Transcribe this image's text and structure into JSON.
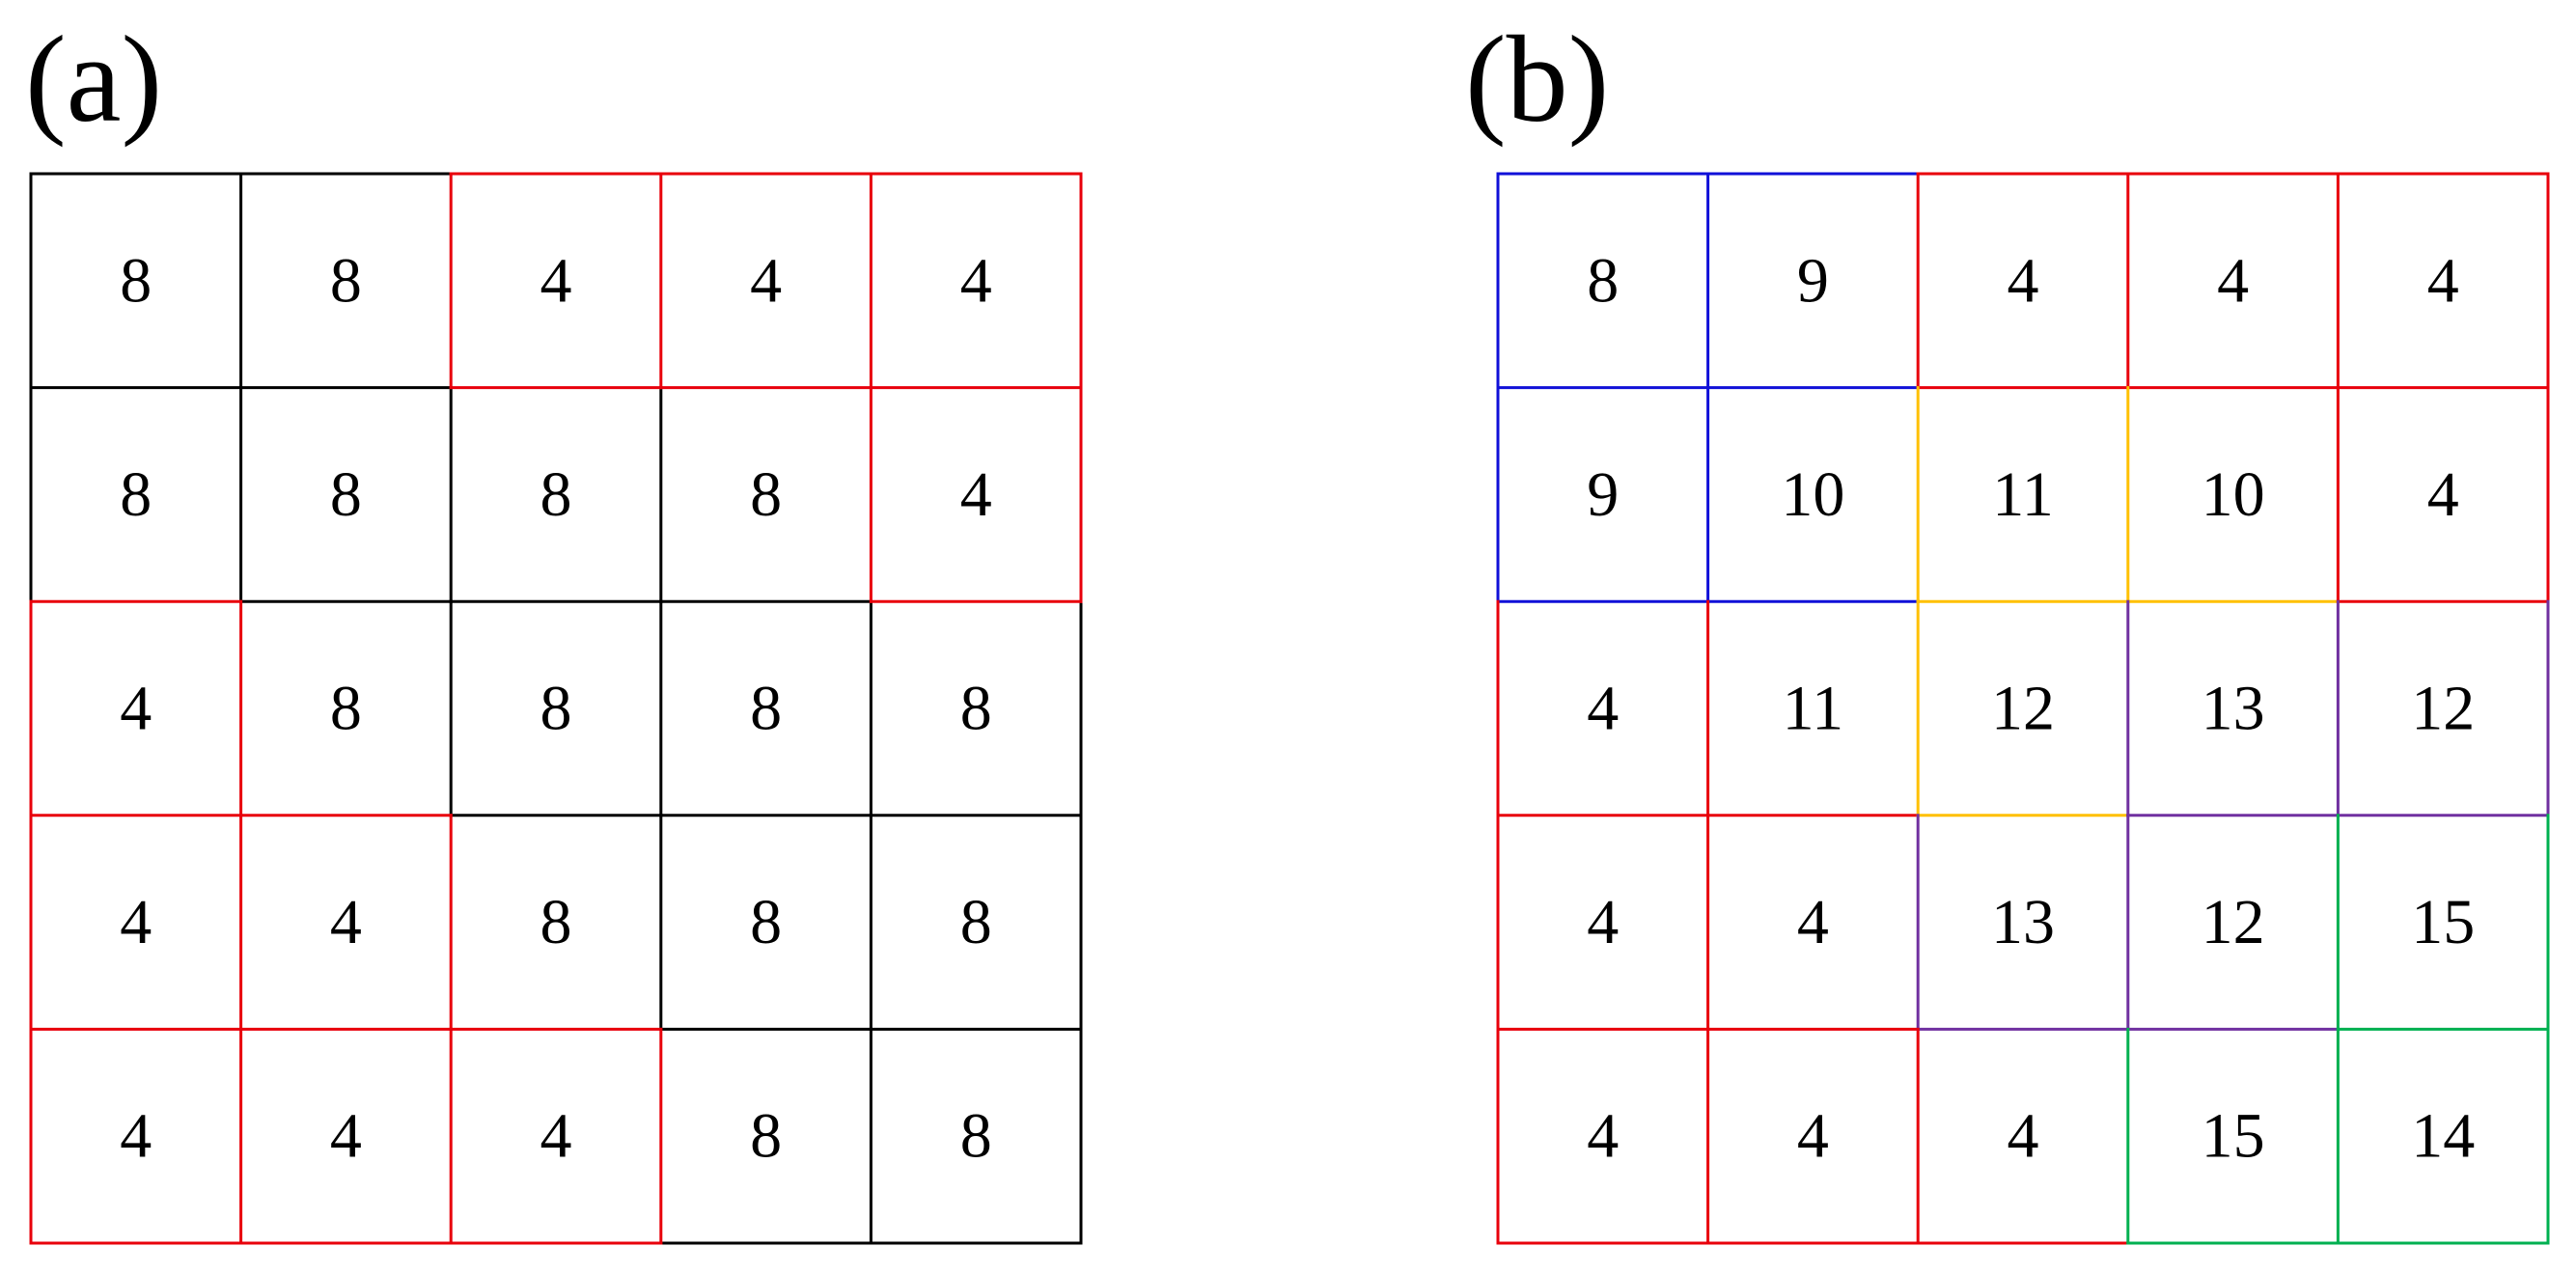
{
  "colors": {
    "red": "#e8000b",
    "blue": "#1010d8",
    "orange": "#ffc000",
    "purple": "#7030a0",
    "green": "#00b050",
    "grid": "#000000"
  },
  "panels": [
    {
      "label": "(a)",
      "cells": [
        [
          "8",
          "8",
          "4",
          "4",
          "4"
        ],
        [
          "8",
          "8",
          "8",
          "8",
          "4"
        ],
        [
          "4",
          "8",
          "8",
          "8",
          "8"
        ],
        [
          "4",
          "4",
          "8",
          "8",
          "8"
        ],
        [
          "4",
          "4",
          "4",
          "8",
          "8"
        ]
      ],
      "regions": [
        [
          "",
          "",
          "red",
          "red",
          "red"
        ],
        [
          "",
          "",
          "",
          "",
          "red"
        ],
        [
          "red",
          "",
          "",
          "",
          ""
        ],
        [
          "red",
          "red",
          "",
          "",
          ""
        ],
        [
          "red",
          "red",
          "red",
          "",
          ""
        ]
      ]
    },
    {
      "label": "(b)",
      "cells": [
        [
          "8",
          "9",
          "4",
          "4",
          "4"
        ],
        [
          "9",
          "10",
          "11",
          "10",
          "4"
        ],
        [
          "4",
          "11",
          "12",
          "13",
          "12"
        ],
        [
          "4",
          "4",
          "13",
          "12",
          "15"
        ],
        [
          "4",
          "4",
          "4",
          "15",
          "14"
        ]
      ],
      "regions": [
        [
          "blue",
          "blue",
          "red",
          "red",
          "red"
        ],
        [
          "blue",
          "blue",
          "orange",
          "orange",
          "red"
        ],
        [
          "red",
          "red",
          "orange",
          "purple",
          "purple"
        ],
        [
          "red",
          "red",
          "purple",
          "purple",
          "green"
        ],
        [
          "red",
          "red",
          "red",
          "green",
          "green"
        ]
      ]
    }
  ]
}
